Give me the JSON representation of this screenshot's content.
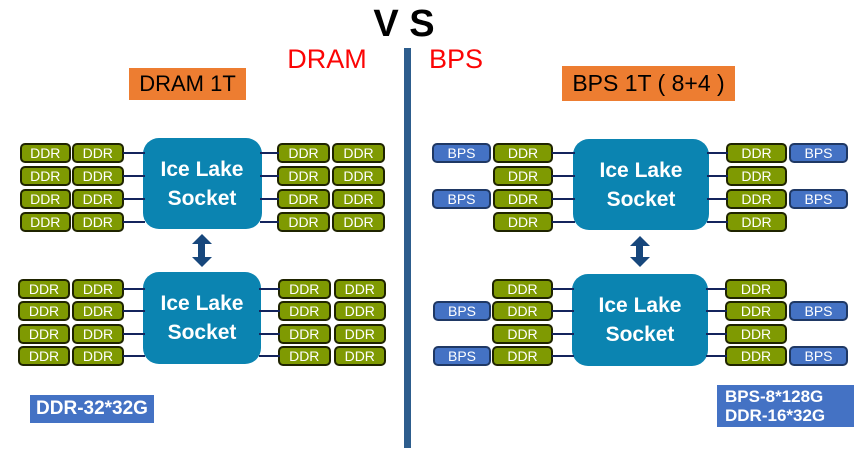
{
  "title": "V S",
  "versus": {
    "left_label": "DRAM",
    "right_label": "BPS"
  },
  "panels": {
    "left": {
      "header": "DRAM 1T",
      "footer_lines": [
        "DDR-32*32G"
      ]
    },
    "right": {
      "header": "BPS 1T ( 8+4 )",
      "footer_lines": [
        "BPS-8*128G",
        "DDR-16*32G"
      ]
    }
  },
  "socket_label_lines": [
    "Ice Lake",
    "Socket"
  ],
  "groups": [
    {
      "name": "dram-top-socket",
      "rows": [
        {
          "left": [
            "DDR",
            "DDR"
          ],
          "right": [
            "DDR",
            "DDR"
          ]
        },
        {
          "left": [
            "DDR",
            "DDR"
          ],
          "right": [
            "DDR",
            "DDR"
          ]
        },
        {
          "left": [
            "DDR",
            "DDR"
          ],
          "right": [
            "DDR",
            "DDR"
          ]
        },
        {
          "left": [
            "DDR",
            "DDR"
          ],
          "right": [
            "DDR",
            "DDR"
          ]
        }
      ]
    },
    {
      "name": "dram-bottom-socket",
      "rows": [
        {
          "left": [
            "DDR",
            "DDR"
          ],
          "right": [
            "DDR",
            "DDR"
          ]
        },
        {
          "left": [
            "DDR",
            "DDR"
          ],
          "right": [
            "DDR",
            "DDR"
          ]
        },
        {
          "left": [
            "DDR",
            "DDR"
          ],
          "right": [
            "DDR",
            "DDR"
          ]
        },
        {
          "left": [
            "DDR",
            "DDR"
          ],
          "right": [
            "DDR",
            "DDR"
          ]
        }
      ]
    },
    {
      "name": "bps-top-socket",
      "rows": [
        {
          "left": [
            "BPS",
            "DDR"
          ],
          "right": [
            "DDR",
            "BPS"
          ]
        },
        {
          "left": [
            null,
            "DDR"
          ],
          "right": [
            "DDR",
            null
          ]
        },
        {
          "left": [
            "BPS",
            "DDR"
          ],
          "right": [
            "DDR",
            "BPS"
          ]
        },
        {
          "left": [
            null,
            "DDR"
          ],
          "right": [
            "DDR",
            null
          ]
        }
      ]
    },
    {
      "name": "bps-bottom-socket",
      "rows": [
        {
          "left": [
            null,
            "DDR"
          ],
          "right": [
            "DDR",
            null
          ]
        },
        {
          "left": [
            "BPS",
            "DDR"
          ],
          "right": [
            "DDR",
            "BPS"
          ]
        },
        {
          "left": [
            null,
            "DDR"
          ],
          "right": [
            "DDR",
            null
          ]
        },
        {
          "left": [
            "BPS",
            "DDR"
          ],
          "right": [
            "DDR",
            "BPS"
          ]
        }
      ]
    }
  ],
  "colors": {
    "vs_text": "#000000",
    "red_label": "#fb0505",
    "divider": "#2d5d8d",
    "header_fill": "#ed7d31",
    "header_text": "#000000",
    "socket_fill": "#0b84b1",
    "ddr_fill": "#7f9a02",
    "ddr_border": "#1f2400",
    "bps_fill": "#4472c4",
    "bps_border": "#1f3864",
    "connector": "#14245c",
    "arrow": "#17477c",
    "footer_fill": "#4472c4",
    "module_text": "#ffffff"
  }
}
